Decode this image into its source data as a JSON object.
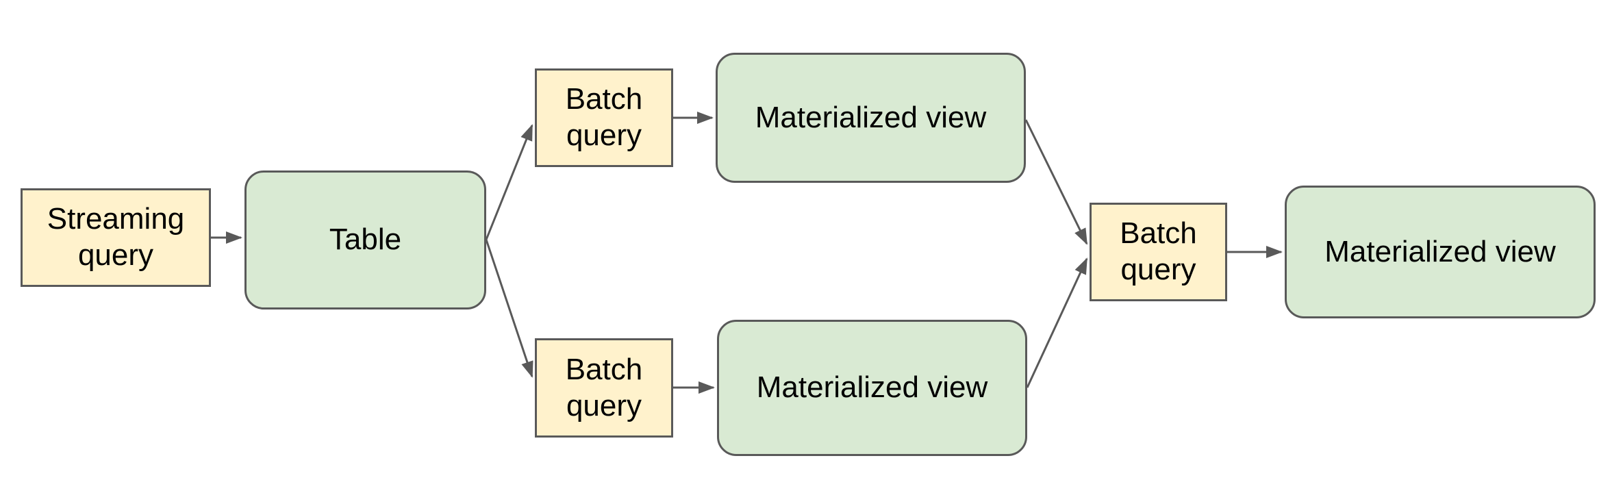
{
  "diagram": {
    "background_color": "#ffffff",
    "colors": {
      "query_node_fill": "#fff2cc",
      "data_node_fill": "#d9ead3",
      "node_border": "#595959",
      "arrow": "#595959",
      "label_text": "#000000"
    },
    "nodes": [
      {
        "id": "streaming-query",
        "label": "Streaming query",
        "kind": "query",
        "shape": "rectangle"
      },
      {
        "id": "table",
        "label": "Table",
        "kind": "data",
        "shape": "rounded-rectangle"
      },
      {
        "id": "batch-query-top",
        "label": "Batch query",
        "kind": "query",
        "shape": "rectangle"
      },
      {
        "id": "materialized-view-top",
        "label": "Materialized view",
        "kind": "data",
        "shape": "rounded-rectangle"
      },
      {
        "id": "batch-query-bottom",
        "label": "Batch query",
        "kind": "query",
        "shape": "rectangle"
      },
      {
        "id": "materialized-view-bottom",
        "label": "Materialized view",
        "kind": "data",
        "shape": "rounded-rectangle"
      },
      {
        "id": "batch-query-right",
        "label": "Batch query",
        "kind": "query",
        "shape": "rectangle"
      },
      {
        "id": "materialized-view-right",
        "label": "Materialized view",
        "kind": "data",
        "shape": "rounded-rectangle"
      }
    ],
    "edges": [
      {
        "from": "streaming-query",
        "to": "table"
      },
      {
        "from": "table",
        "to": "batch-query-top"
      },
      {
        "from": "table",
        "to": "batch-query-bottom"
      },
      {
        "from": "batch-query-top",
        "to": "materialized-view-top"
      },
      {
        "from": "batch-query-bottom",
        "to": "materialized-view-bottom"
      },
      {
        "from": "materialized-view-top",
        "to": "batch-query-right"
      },
      {
        "from": "materialized-view-bottom",
        "to": "batch-query-right"
      },
      {
        "from": "batch-query-right",
        "to": "materialized-view-right"
      }
    ]
  }
}
